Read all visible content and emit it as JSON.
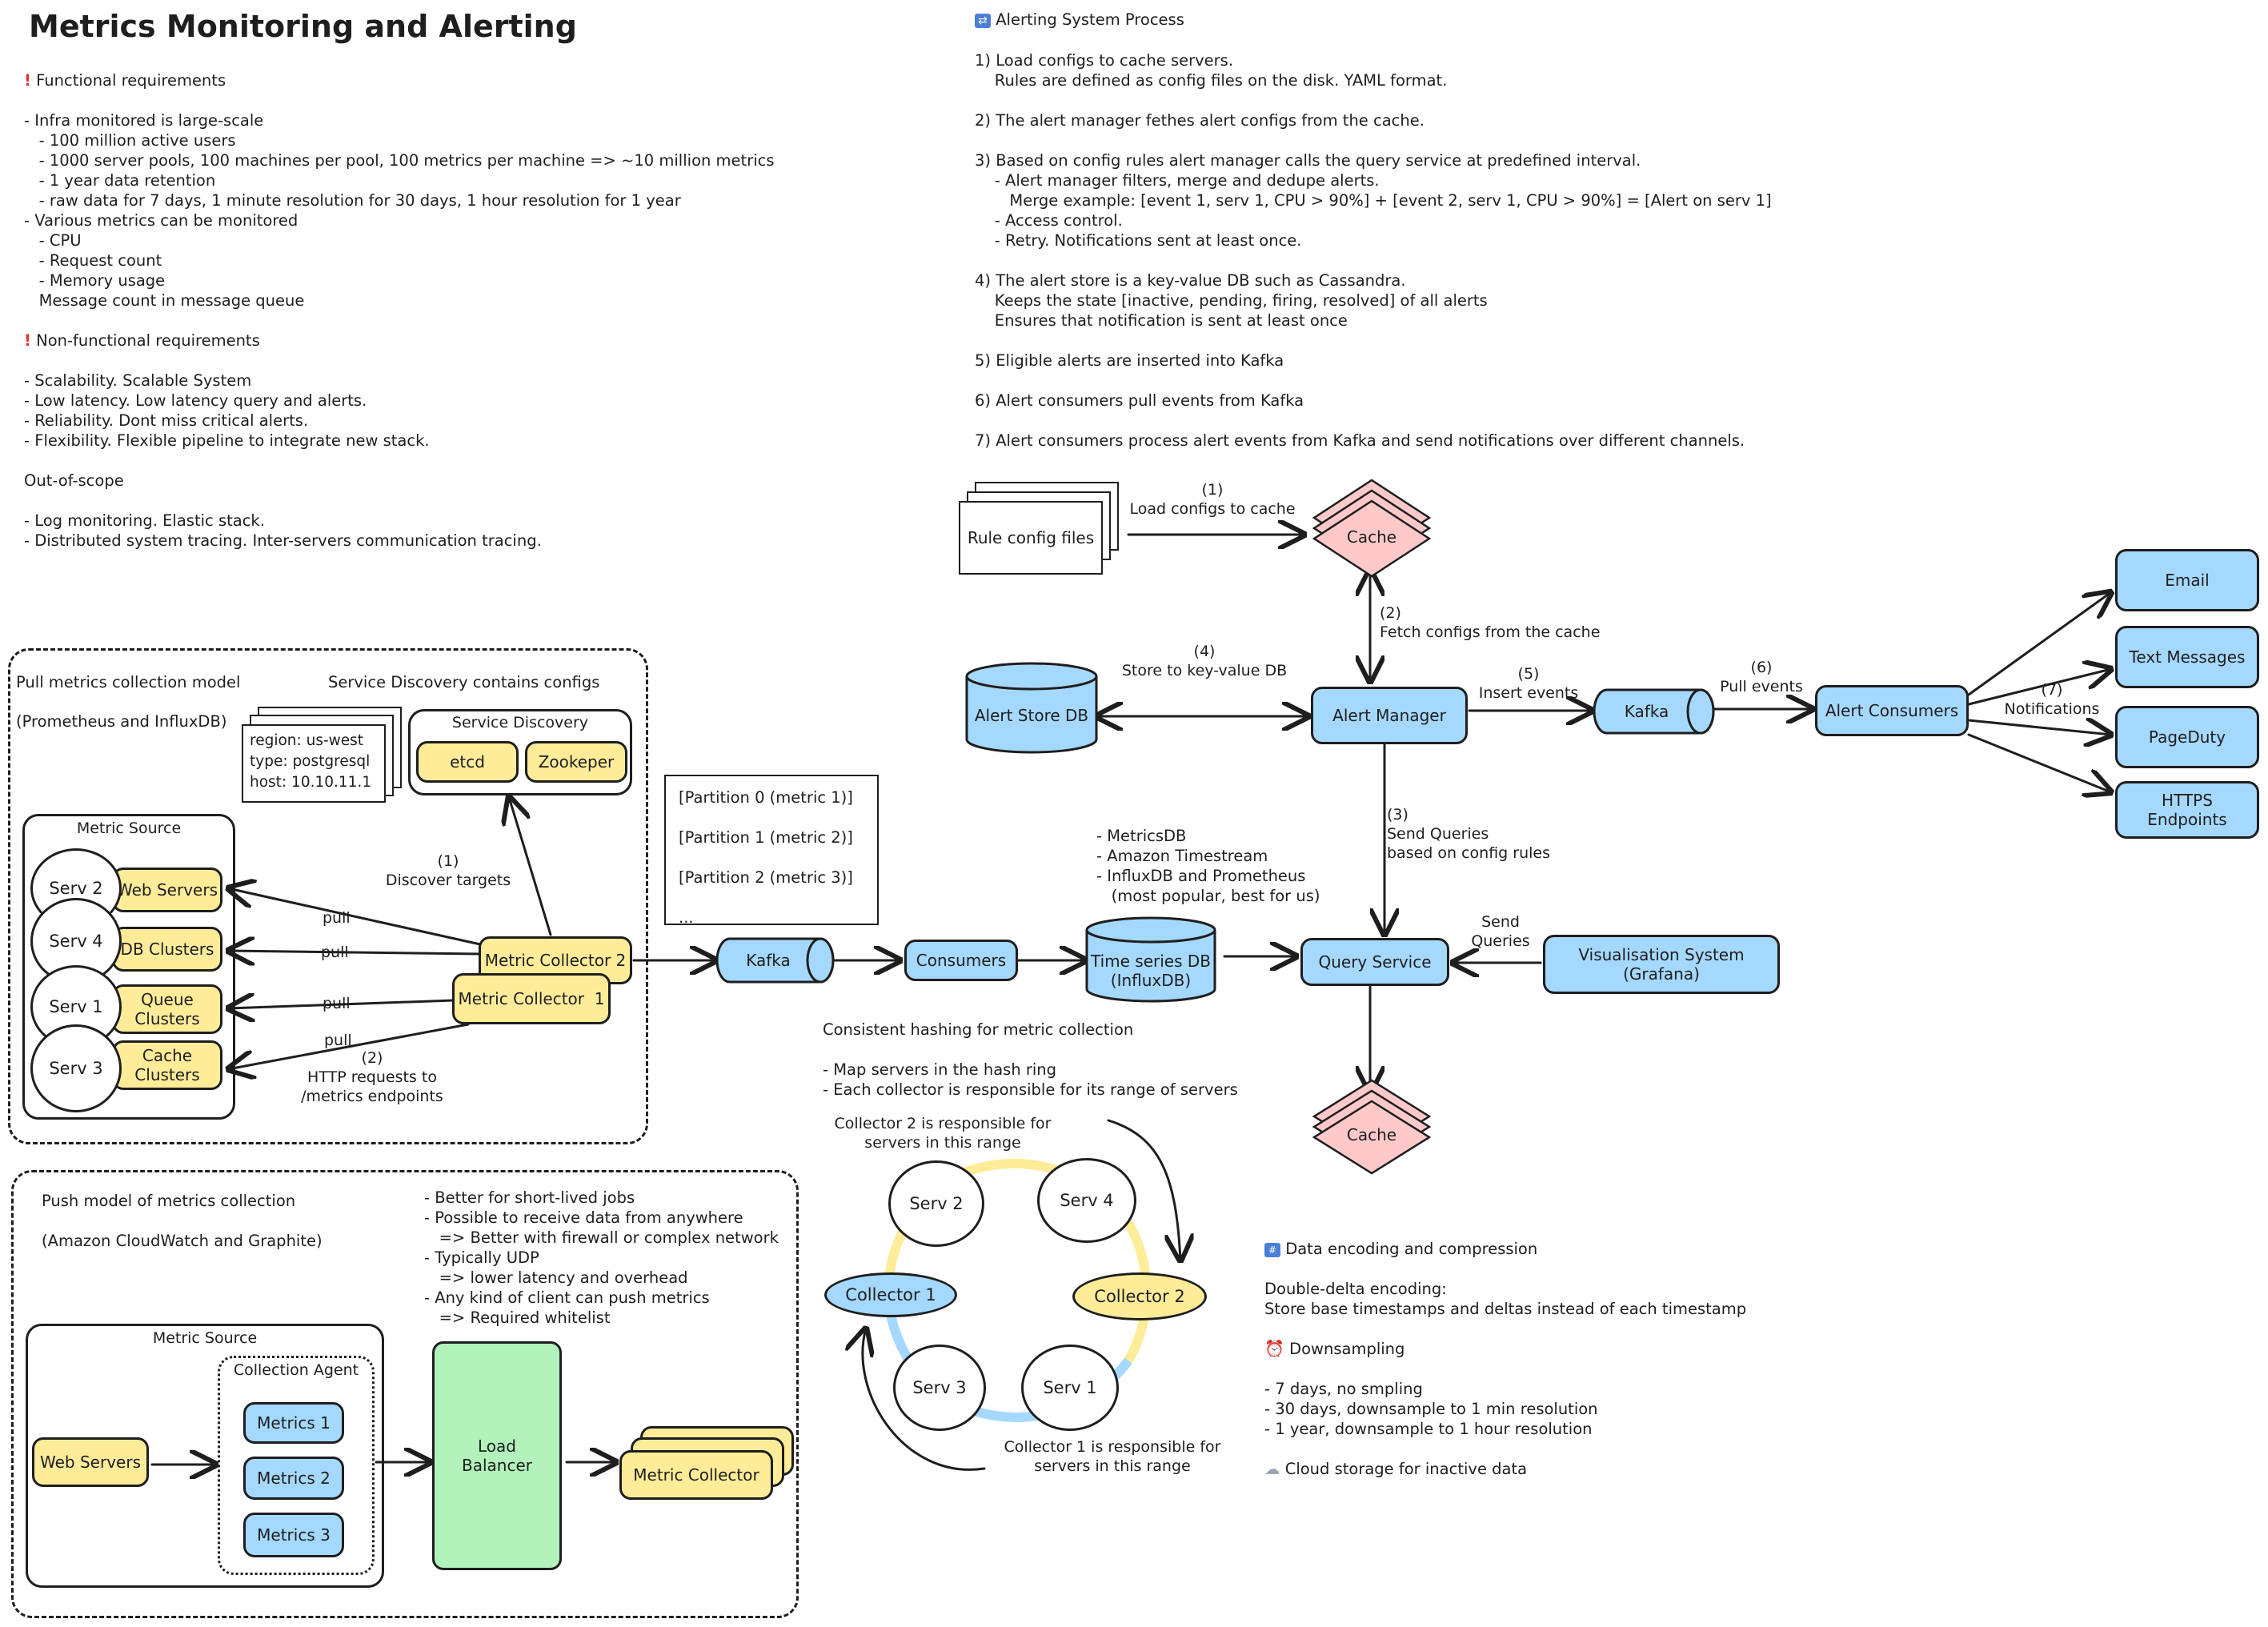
{
  "title": "Metrics Monitoring and Alerting",
  "requirements": {
    "functional_heading": "Functional requirements",
    "functional_items": [
      "- Infra monitored is large-scale",
      "   - 100 million active users",
      "   - 1000 server pools, 100 machines per pool, 100 metrics per machine => ~10 million metrics",
      "   - 1 year data retention",
      "   - raw data for 7 days, 1 minute resolution for 30 days, 1 hour resolution for 1 year",
      "- Various metrics can be monitored",
      "   - CPU",
      "   - Request count",
      "   - Memory usage",
      "   Message count in message queue"
    ],
    "nonfunctional_heading": "Non-functional requirements",
    "nonfunctional_items": [
      "- Scalability. Scalable System",
      "- Low latency. Low latency query and alerts.",
      "- Reliability. Dont miss critical alerts.",
      "- Flexibility. Flexible pipeline to integrate new stack."
    ],
    "out_of_scope_heading": "Out-of-scope",
    "out_of_scope_items": [
      "- Log monitoring. Elastic stack.",
      "- Distributed system tracing. Inter-servers communication tracing."
    ]
  },
  "alerting_process": {
    "heading": "Alerting System Process",
    "steps": [
      "1) Load configs to cache servers.\n    Rules are defined as config files on the disk. YAML format.",
      "2) The alert manager fethes alert configs from the cache.",
      "3) Based on config rules alert manager calls the query service at predefined interval.\n    - Alert manager filters, merge and dedupe alerts.\n       Merge example: [event 1, serv 1, CPU > 90%] + [event 2, serv 1, CPU > 90%] = [Alert on serv 1]\n    - Access control.\n    - Retry. Notifications sent at least once.",
      "4) The alert store is a key-value DB such as Cassandra.\n    Keeps the state [inactive, pending, firing, resolved] of all alerts\n    Ensures that notification is sent at least once",
      "5) Eligible alerts are inserted into Kafka",
      "6) Alert consumers pull events from Kafka",
      "7) Alert consumers process alert events from Kafka and send notifications over different channels."
    ]
  },
  "alert_diagram": {
    "rule_config_files": "Rule config files",
    "load_configs_label": "(1)\nLoad configs to cache",
    "cache_top": "Cache",
    "fetch_label": "(2)\nFetch configs from the cache",
    "alert_store": "Alert Store DB",
    "store_label": "(4)\nStore to key-value DB",
    "alert_manager": "Alert Manager",
    "insert_label": "(5)\nInsert events",
    "kafka": "Kafka",
    "pull_label": "(6)\nPull events",
    "alert_consumers": "Alert Consumers",
    "notifications_label": "(7)\nNotifications",
    "channels": [
      "Email",
      "Text Messages",
      "PageDuty",
      "HTTPS\nEndpoints"
    ],
    "send_queries_label": "(3)\nSend Queries\nbased on config rules",
    "query_service": "Query Service",
    "cache_bottom": "Cache",
    "visualisation": "Visualisation System\n(Grafana)",
    "vis_send_label": "Send\nQueries"
  },
  "pull_model": {
    "heading": "Pull metrics collection model",
    "subheading": "(Prometheus and InfluxDB)",
    "service_discovery_heading": "Service Discovery contains configs",
    "config_doc": "region: us-west\ntype: postgresql\nhost: 10.10.11.1",
    "service_discovery_title": "Service Discovery",
    "etcd": "etcd",
    "zookeeper": "Zookeper",
    "metric_source": "Metric Source",
    "servers": [
      "Serv 2",
      "Serv 4",
      "Serv 1",
      "Serv 3"
    ],
    "clusters": [
      "Web Servers",
      "DB Clusters",
      "Queue\nClusters",
      "Cache\nClusters"
    ],
    "discover_label": "(1)\nDiscover targets",
    "pull_labels": [
      "pull",
      "pull",
      "pull",
      "pull"
    ],
    "http_label": "(2)\nHTTP requests to\n/metrics endpoints",
    "collector_2": "Metric Collector 2",
    "collector_1": "Metric Collector  1",
    "partitions": [
      "[Partition 0 (metric 1)]",
      "[Partition 1 (metric 2)]",
      "[Partition 2 (metric 3)]",
      "..."
    ]
  },
  "pipeline": {
    "kafka": "Kafka",
    "consumers": "Consumers",
    "tsdb": "Time series DB\n(InfluxDB)",
    "tsdb_notes": "- MetricsDB\n- Amazon Timestream\n- InfluxDB and Prometheus\n   (most popular, best for us)"
  },
  "hashing": {
    "heading": "Consistent hashing for metric collection",
    "notes": "- Map servers in the hash ring\n- Each collector is responsible for its range of servers",
    "collector_2_note": "Collector 2 is responsible for\nservers in this range",
    "collector_1_note": "Collector 1 is responsible for\nservers in this range",
    "nodes": [
      "Serv 2",
      "Serv 4",
      "Collector 1",
      "Collector 2",
      "Serv 3",
      "Serv 1"
    ]
  },
  "push_model": {
    "heading": "Push model of metrics collection",
    "subheading": "(Amazon CloudWatch and Graphite)",
    "notes": "- Better for short-lived jobs\n- Possible to receive data from anywhere\n   => Better with firewall or complex network\n- Typically UDP\n   => lower latency and overhead\n- Any kind of client can push metrics\n   => Required whitelist",
    "metric_source": "Metric Source",
    "collection_agent": "Collection Agent",
    "web_servers": "Web Servers",
    "metrics": [
      "Metrics 1",
      "Metrics 2",
      "Metrics 3"
    ],
    "load_balancer": "Load\nBalancer",
    "metric_collector": "Metric Collector"
  },
  "encoding": {
    "heading": "Data encoding and compression",
    "body": "Double-delta encoding:\nStore base timestamps and deltas instead of each timestamp",
    "downsampling_heading": "Downsampling",
    "downsampling_body": "- 7 days, no smpling\n- 30 days, downsample to 1 min resolution\n- 1 year, downsample to 1 hour resolution",
    "cloud": "Cloud storage for inactive data"
  },
  "colors": {
    "blue": "#a5d8ff",
    "yellow": "#ffec99",
    "green": "#b2f2bb",
    "pink": "#ffc9c9",
    "ring_yellow": "#ffec99",
    "ring_blue": "#a5d8ff",
    "alert_red": "#e03131"
  }
}
